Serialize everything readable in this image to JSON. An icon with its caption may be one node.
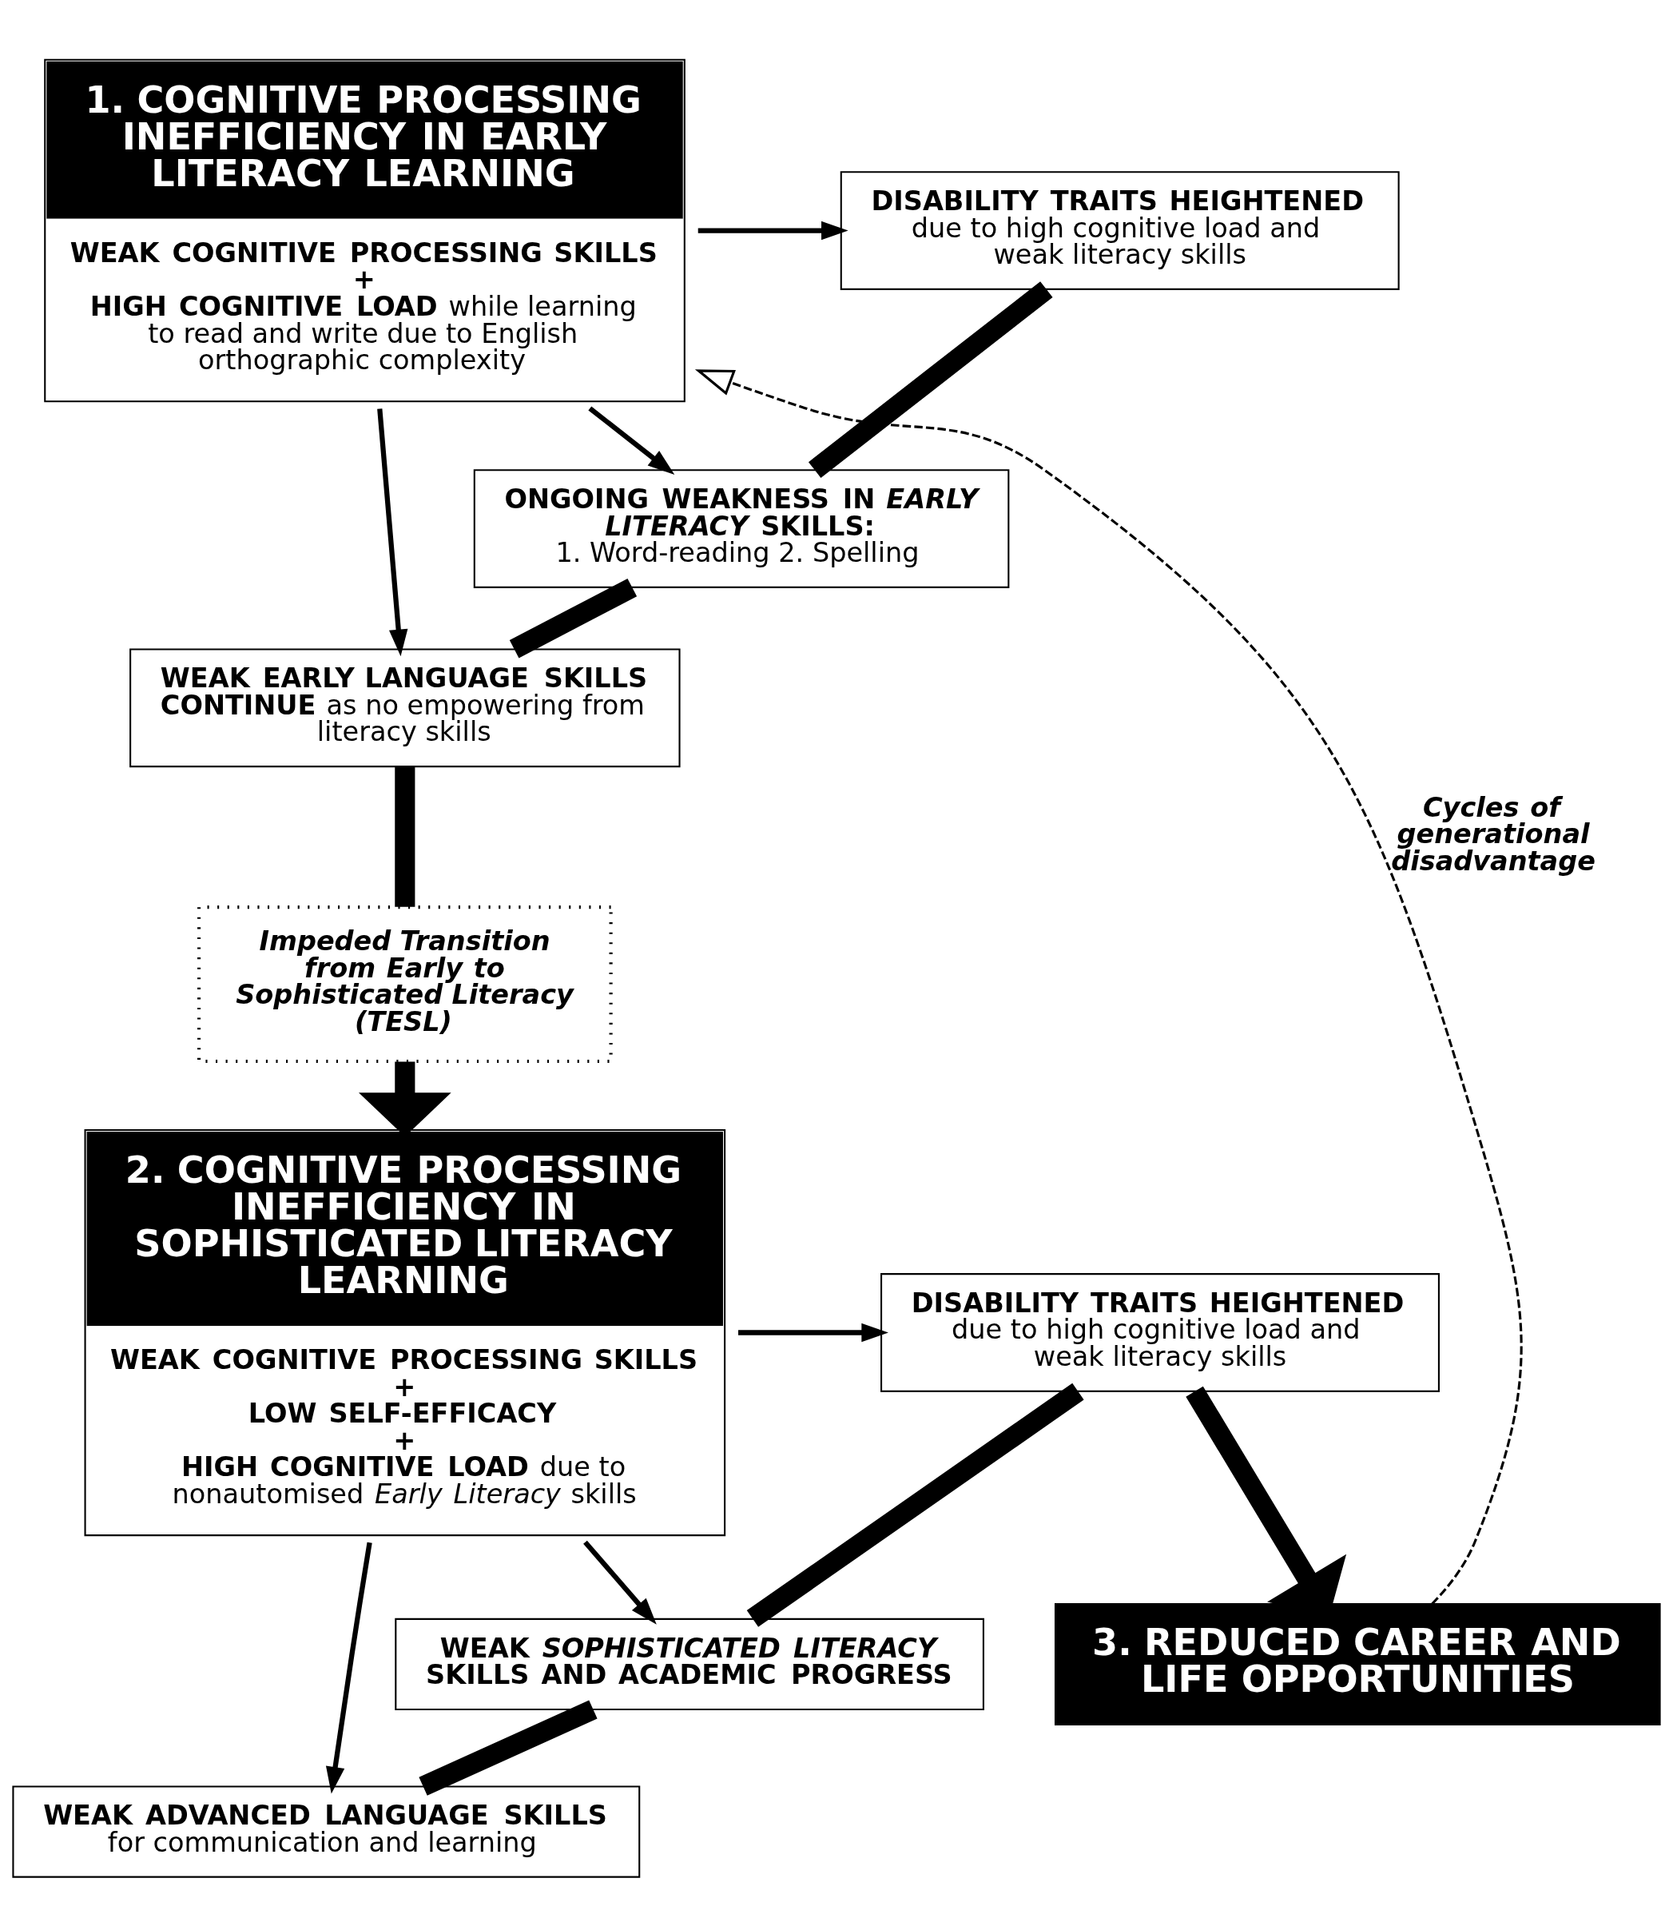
{
  "diagram": {
    "nodes": [
      {
        "text": [
          "1. COGNITIVE PROCESSING INEFFICIENCY IN EARLY LITERACY LEARNING",
          "WEAK COGNITIVE PROCESSING SKILLS",
          "+",
          "**HIGH COGNITIVE LOAD** while learning to read and write due to English orthographic complexity"
        ]
      },
      {
        "text": [
          "DISABILITY TRAITS HEIGHTENED",
          "due to high cognitive load and weak literacy skills"
        ]
      },
      {
        "text": [
          "ONGOING WEAKNESS IN *EARLY LITERACY* SKILLS:",
          "1. Word-reading 2. Spelling"
        ]
      },
      {
        "text": [
          "**WEAK EARLY LANGUAGE SKILLS CONTINUE** as no empowering from literacy skills"
        ]
      },
      {
        "text": [
          "Impeded Transition from Early to Sophisticated Literacy (TESL)"
        ]
      },
      {
        "text": [
          "2. COGNITIVE PROCESSING INEFFICIENCY IN SOPHISTICATED LITERACY LEARNING",
          "WEAK COGNITIVE PROCESSING SKILLS",
          "+",
          "LOW SELF-EFFICACY",
          "+",
          "**HIGH COGNITIVE LOAD** due to nonautomised *Early Literacy* skills"
        ]
      },
      {
        "text": [
          "DISABILITY TRAITS HEIGHTENED",
          "due to high cognitive load and weak literacy skills"
        ]
      },
      {
        "text": [
          "WEAK *SOPHISTICATED LITERACY* SKILLS AND ACADEMIC PROGRESS"
        ]
      },
      {
        "text": [
          "**WEAK ADVANCED LANGUAGE SKILLS** for communication and learning"
        ]
      },
      {
        "text": [
          "3. REDUCED CAREER AND LIFE OPPORTUNITIES"
        ]
      }
    ],
    "edges": [
      {
        "from": 0,
        "to": 1,
        "arrow": "to"
      },
      {
        "from": 0,
        "to": 2,
        "arrow": "to"
      },
      {
        "from": 0,
        "to": 3,
        "arrow": "to"
      },
      {
        "from": 1,
        "to": 2,
        "arrow": "none",
        "style": "thick"
      },
      {
        "from": 2,
        "to": 3,
        "arrow": "none",
        "style": "thick"
      },
      {
        "from": 3,
        "to": 4,
        "arrow": "none",
        "style": "thick"
      },
      {
        "from": 4,
        "to": 5,
        "arrow": "to",
        "style": "thick"
      },
      {
        "from": 5,
        "to": 6,
        "arrow": "to"
      },
      {
        "from": 5,
        "to": 7,
        "arrow": "to"
      },
      {
        "from": 5,
        "to": 8,
        "arrow": "to"
      },
      {
        "from": 6,
        "to": 7,
        "arrow": "none",
        "style": "thick"
      },
      {
        "from": 7,
        "to": 8,
        "arrow": "none",
        "style": "thick"
      },
      {
        "from": 6,
        "to": 9,
        "arrow": "to",
        "style": "thick"
      },
      {
        "from": 9,
        "to": 0,
        "arrow": "to",
        "style": "dashed",
        "label": "Cycles of generational disadvantage"
      }
    ]
  }
}
